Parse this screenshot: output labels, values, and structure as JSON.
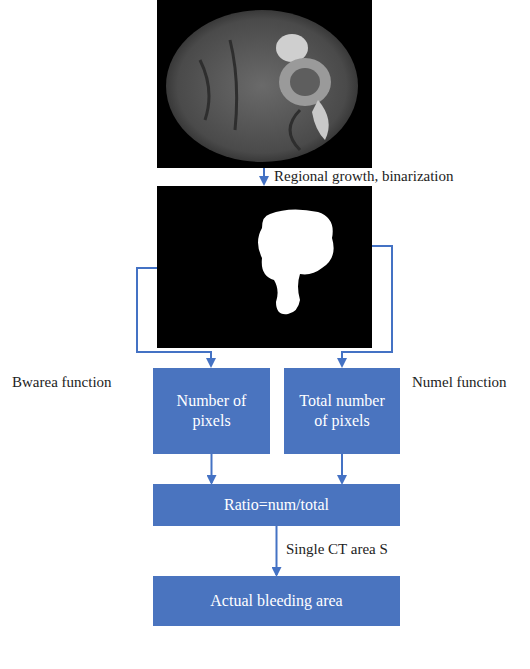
{
  "diagram": {
    "nodes": [
      {
        "text": [
          "Number of pixels"
        ]
      },
      {
        "text": [
          "Total number of pixels"
        ]
      },
      {
        "text": [
          "Ratio=num/total"
        ]
      },
      {
        "text": [
          "Actual bleeding area"
        ]
      }
    ],
    "edges": [
      {
        "from": 0,
        "to": 2,
        "arrow": "to"
      },
      {
        "from": 1,
        "to": 2,
        "arrow": "to"
      },
      {
        "from": 2,
        "to": 3,
        "label": "Single CT area S",
        "arrow": "to"
      }
    ],
    "labels": [
      "Regional growth, binarization",
      "Bwarea function",
      "Numel function"
    ]
  }
}
